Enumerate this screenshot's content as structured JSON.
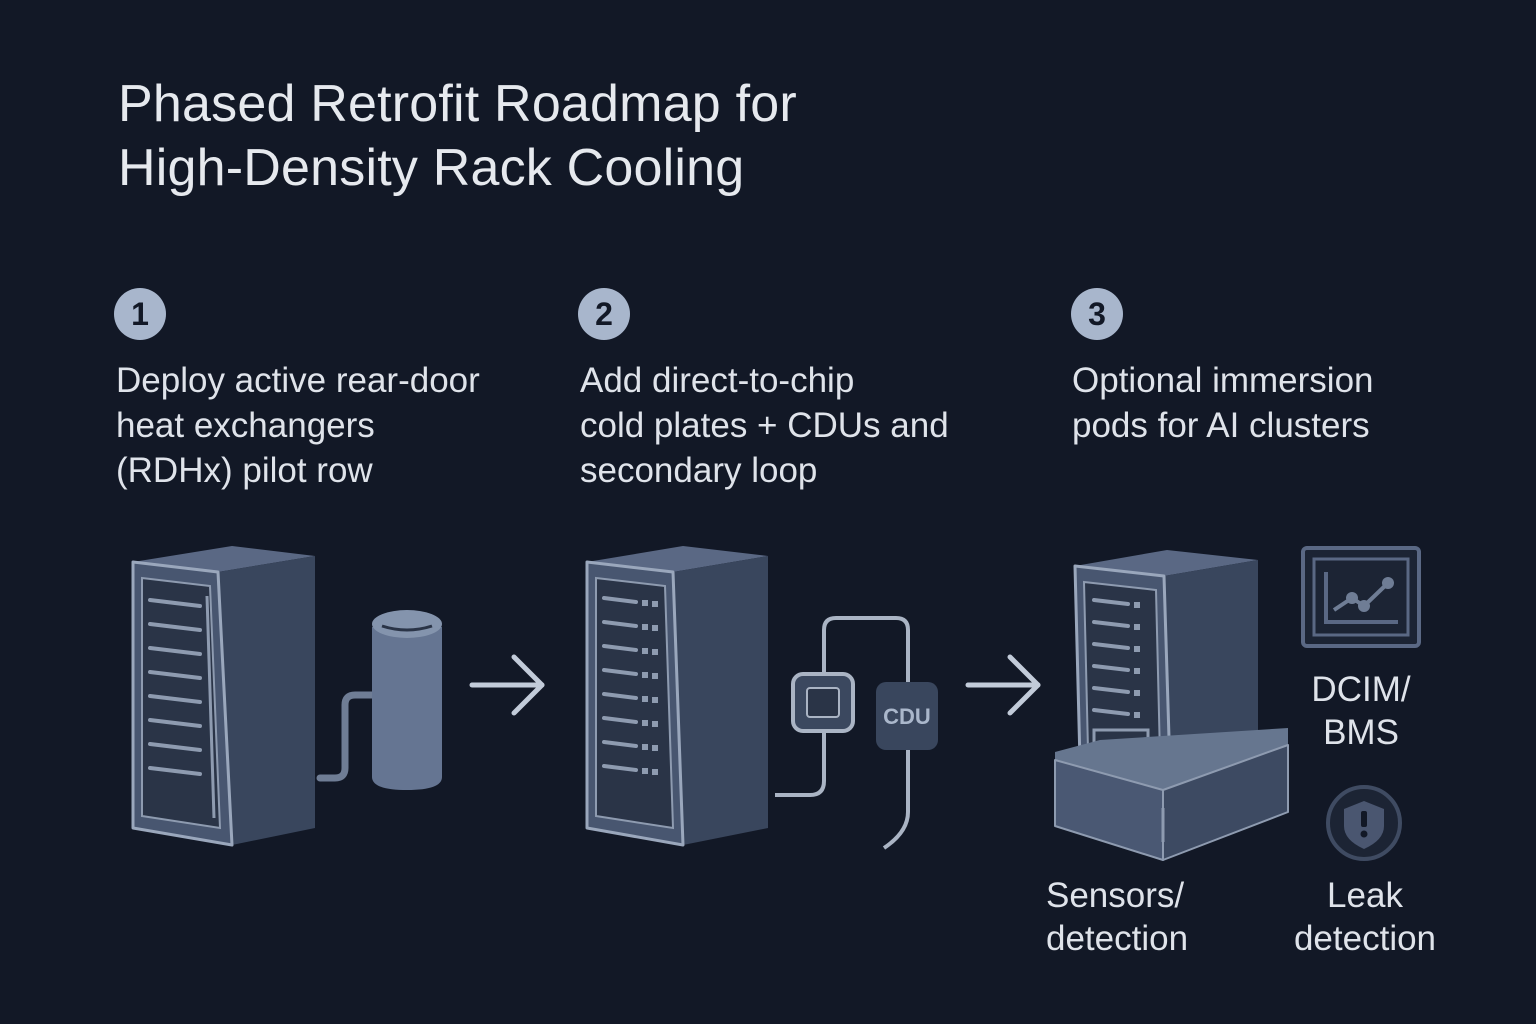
{
  "title": {
    "line1": "Phased Retrofit Roadmap for",
    "line2": "High-Density Rack Cooling"
  },
  "steps": [
    {
      "number": "1",
      "lines": [
        "Deploy active rear-door",
        "heat exchangers",
        "(RDHx) pilot row"
      ]
    },
    {
      "number": "2",
      "lines": [
        "Add direct-to-chip",
        "cold plates + CDUs and",
        "secondary loop"
      ]
    },
    {
      "number": "3",
      "lines": [
        "Optional immersion",
        "pods for AI clusters"
      ]
    }
  ],
  "cdu_label": "CDU",
  "labels": {
    "dcim": [
      "DCIM/",
      "BMS"
    ],
    "sensors": [
      "Sensors/",
      "detection"
    ],
    "leak": [
      "Leak",
      "detection"
    ]
  },
  "icons": {
    "arrow_1": "arrow-right-icon",
    "arrow_2": "arrow-right-icon",
    "rack": "server-rack-icon",
    "rdhx": "heat-exchanger-cylinder-icon",
    "cold_plate": "cold-plate-icon",
    "immersion": "immersion-tank-icon",
    "monitor": "chart-monitor-icon",
    "shield": "shield-alert-icon"
  },
  "colors": {
    "background": "#121826",
    "text": "#dfe3ea",
    "badge": "#a8b6cc",
    "accent": "#8e9bb0"
  }
}
